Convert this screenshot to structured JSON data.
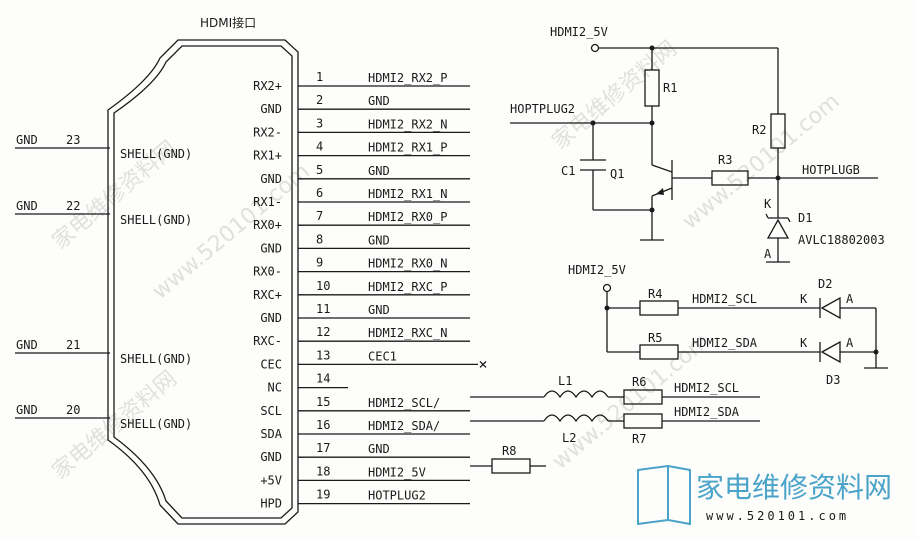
{
  "connector": {
    "title": "HDMI接口",
    "shells": [
      {
        "label": "SHELL(GND)",
        "pin": "23",
        "net": "GND"
      },
      {
        "label": "SHELL(GND)",
        "pin": "22",
        "net": "GND"
      },
      {
        "label": "SHELL(GND)",
        "pin": "21",
        "net": "GND"
      },
      {
        "label": "SHELL(GND)",
        "pin": "20",
        "net": "GND"
      }
    ],
    "pins": [
      {
        "name": "RX2+",
        "num": "1",
        "net": "HDMI2_RX2_P"
      },
      {
        "name": "GND",
        "num": "2",
        "net": "GND"
      },
      {
        "name": "RX2-",
        "num": "3",
        "net": "HDMI2_RX2_N"
      },
      {
        "name": "RX1+",
        "num": "4",
        "net": "HDMI2_RX1_P"
      },
      {
        "name": "GND",
        "num": "5",
        "net": "GND"
      },
      {
        "name": "RX1-",
        "num": "6",
        "net": "HDMI2_RX1_N"
      },
      {
        "name": "RX0+",
        "num": "7",
        "net": "HDMI2_RX0_P"
      },
      {
        "name": "GND",
        "num": "8",
        "net": "GND"
      },
      {
        "name": "RX0-",
        "num": "9",
        "net": "HDMI2_RX0_N"
      },
      {
        "name": "RXC+",
        "num": "10",
        "net": "HDMI2_RXC_P"
      },
      {
        "name": "GND",
        "num": "11",
        "net": "GND"
      },
      {
        "name": "RXC-",
        "num": "12",
        "net": "HDMI2_RXC_N"
      },
      {
        "name": "CEC",
        "num": "13",
        "net": "CEC1"
      },
      {
        "name": "NC",
        "num": "14",
        "net": ""
      },
      {
        "name": "SCL",
        "num": "15",
        "net": "HDMI2_SCL/"
      },
      {
        "name": "SDA",
        "num": "16",
        "net": "HDMI2_SDA/"
      },
      {
        "name": "GND",
        "num": "17",
        "net": "GND"
      },
      {
        "name": "+5V",
        "num": "18",
        "net": "HDMI2_5V"
      },
      {
        "name": "HPD",
        "num": "19",
        "net": "HOTPLUG2"
      }
    ]
  },
  "hotplug": {
    "supply": "HDMI2_5V",
    "input": "HOPTPLUG2",
    "output": "HOTPLUGB",
    "r1": "R1",
    "r2": "R2",
    "r3": "R3",
    "c1": "C1",
    "q1": "Q1",
    "d1": "D1",
    "d1_part": "AVLC18802003",
    "k": "K",
    "a": "A"
  },
  "ddc": {
    "supply": "HDMI2_5V",
    "r4": "R4",
    "r5": "R5",
    "scl": "HDMI2_SCL",
    "sda": "HDMI2_SDA",
    "d2": "D2",
    "d3": "D3",
    "k1": "K",
    "a1": "A",
    "k2": "K",
    "a2": "A"
  },
  "filters": {
    "l1": "L1",
    "l2": "L2",
    "r6": "R6",
    "r7": "R7",
    "r8": "R8",
    "scl_out": "HDMI2_SCL",
    "sda_out": "HDMI2_SDA"
  },
  "watermark": {
    "text1": "家电维修资料网",
    "text2": "www.520101.com",
    "logo_text": "家电维修资料网",
    "logo_url": "www.520101.com",
    "brand_color": "#4aa3c8"
  }
}
